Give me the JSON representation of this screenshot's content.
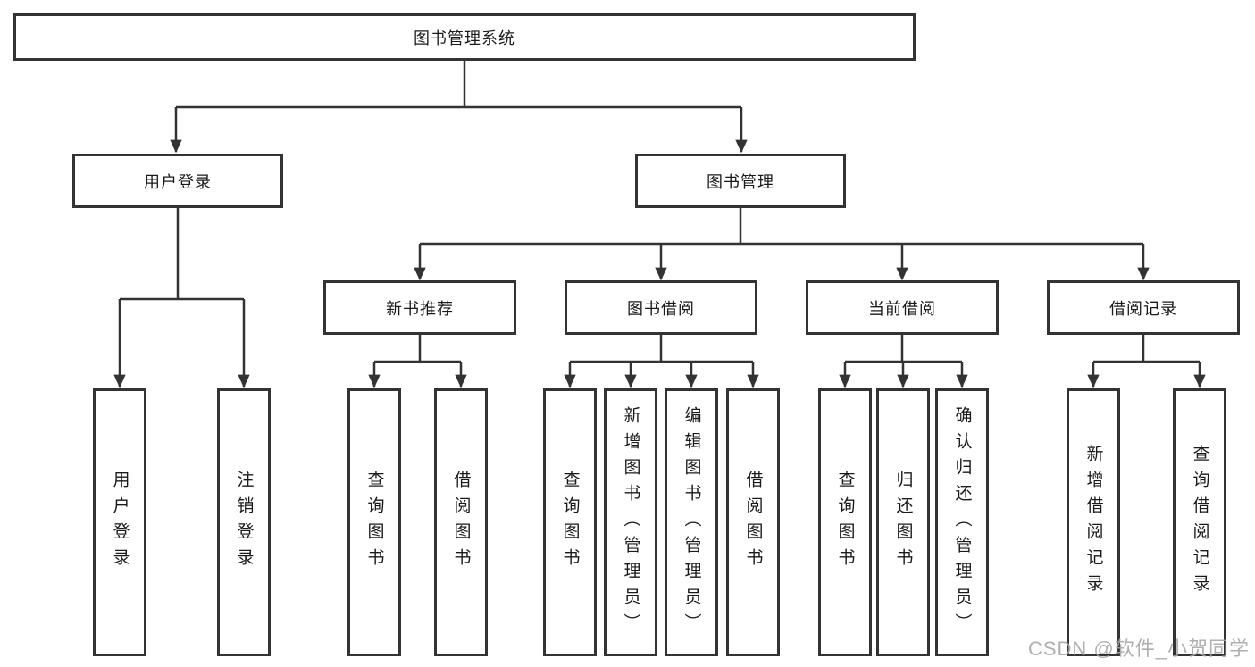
{
  "diagram": {
    "tree": {
      "label": "图书管理系统",
      "children": [
        {
          "label": "用户登录",
          "children": [
            {
              "label": "用户登录"
            },
            {
              "label": "注销登录"
            }
          ]
        },
        {
          "label": "图书管理",
          "children": [
            {
              "label": "新书推荐",
              "children": [
                {
                  "label": "查询图书"
                },
                {
                  "label": "借阅图书"
                }
              ]
            },
            {
              "label": "图书借阅",
              "children": [
                {
                  "label": "查询图书"
                },
                {
                  "label": "新增图书（管理员）"
                },
                {
                  "label": "编辑图书（管理员）"
                },
                {
                  "label": "借阅图书"
                }
              ]
            },
            {
              "label": "当前借阅",
              "children": [
                {
                  "label": "查询图书"
                },
                {
                  "label": "归还图书"
                },
                {
                  "label": "确认归还（管理员）"
                }
              ]
            },
            {
              "label": "借阅记录",
              "children": [
                {
                  "label": "新增借阅记录"
                },
                {
                  "label": "查询借阅记录"
                }
              ]
            }
          ]
        }
      ]
    },
    "colors": {
      "line": "#333333",
      "box_border": "#333333",
      "text": "#1a1a1a",
      "background": "#ffffff",
      "watermark": "#a4a4a4"
    }
  },
  "watermark": {
    "text": "CSDN @软件_小贺同学"
  }
}
